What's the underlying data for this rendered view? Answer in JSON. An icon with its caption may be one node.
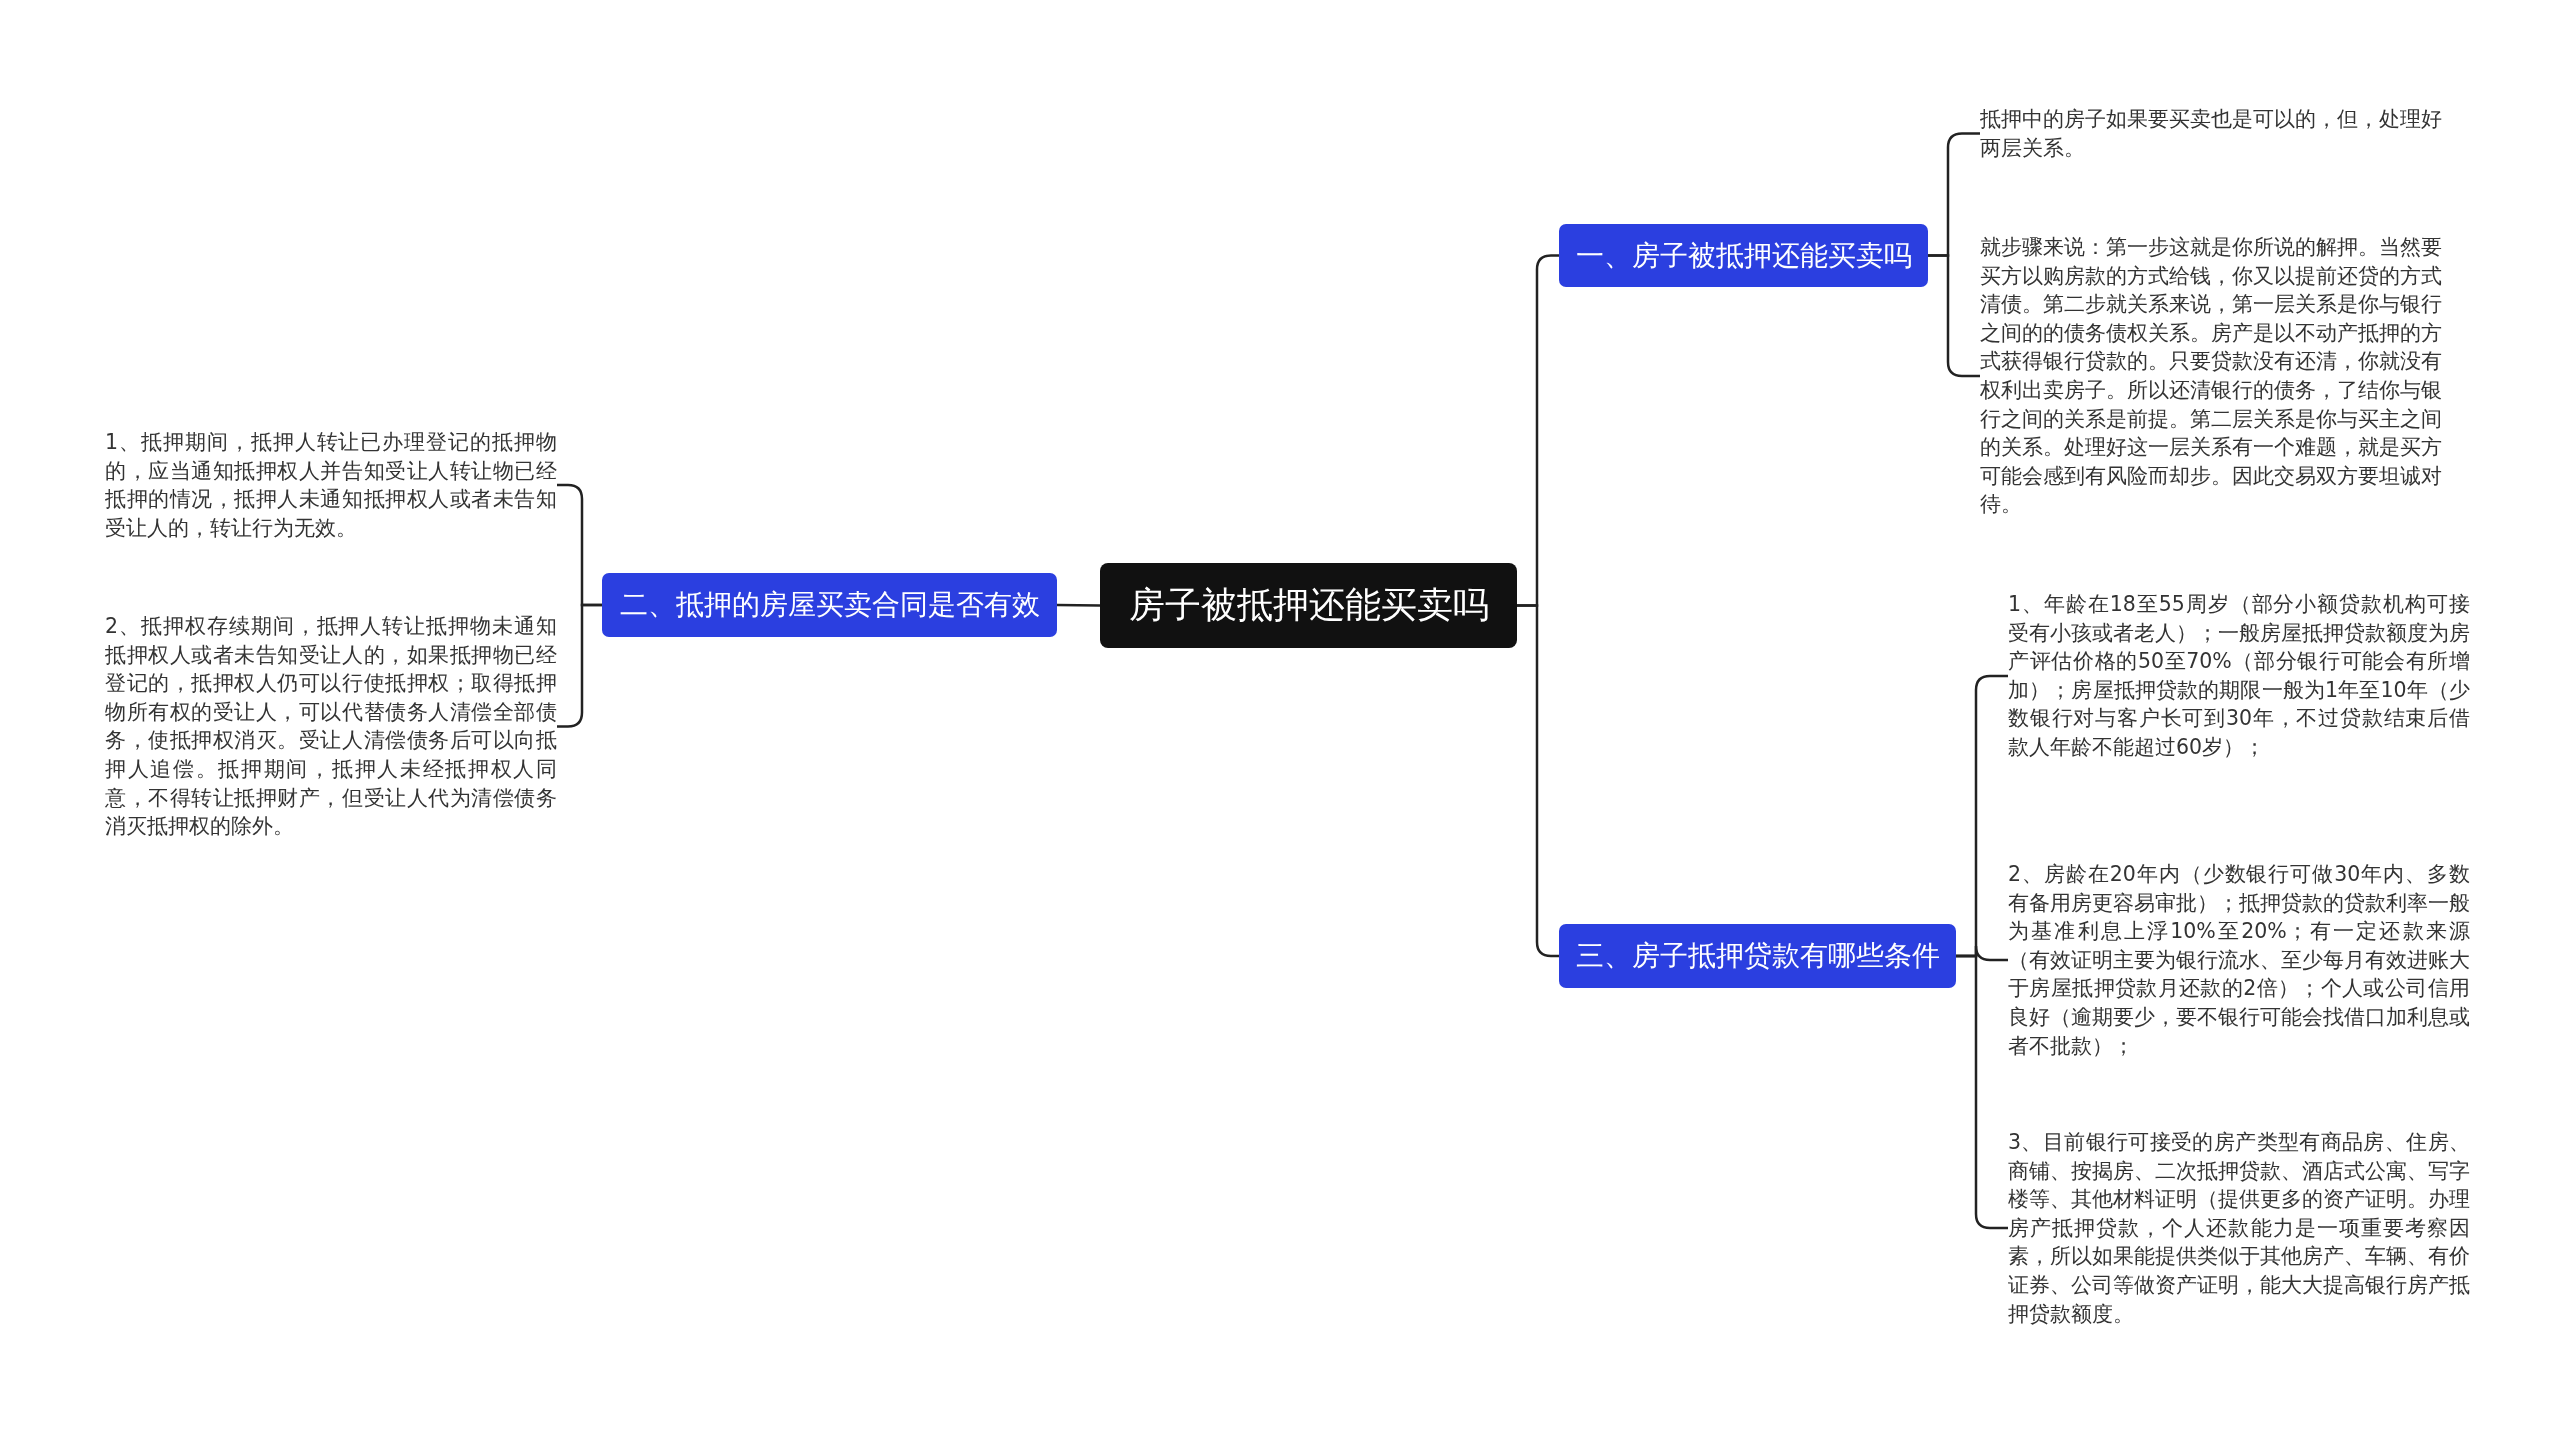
{
  "diagram": {
    "nodes": [
      {
        "text": [
          "房子被抵押还能买卖吗"
        ]
      },
      {
        "text": [
          "一、房子被抵押还能买卖吗"
        ]
      },
      {
        "text": [
          "抵押中的房子如果要买卖也是可以的，但，处理好两层关系。"
        ]
      },
      {
        "text": [
          "就步骤来说：第一步这就是你所说的解押。当然要买方以购房款的方式给钱，你又以提前还贷的方式清债。第二步就关系来说，第一层关系是你与银行之间的的债务债权关系。房产是以不动产抵押的方式获得银行贷款的。只要贷款没有还清，你就没有权利出卖房子。所以还清银行的债务，了结你与银行之间的关系是前提。第二层关系是你与买主之间的关系。处理好这一层关系有一个难题，就是买方可能会感到有风险而却步。因此交易双方要坦诚对待。"
        ]
      },
      {
        "text": [
          "二、抵押的房屋买卖合同是否有效"
        ]
      },
      {
        "text": [
          "1、抵押期间，抵押人转让已办理登记的抵押物的，应当通知抵押权人并告知受让人转让物已经抵押的情况，抵押人未通知抵押权人或者未告知受让人的，转让行为无效。"
        ]
      },
      {
        "text": [
          "2、抵押权存续期间，抵押人转让抵押物未通知抵押权人或者未告知受让人的，如果抵押物已经登记的，抵押权人仍可以行使抵押权；取得抵押物所有权的受让人，可以代替债务人清偿全部债务，使抵押权消灭。受让人清偿债务后可以向抵押人追偿。抵押期间，抵押人未经抵押权人同意，不得转让抵押财产，但受让人代为清偿债务消灭抵押权的除外。"
        ]
      },
      {
        "text": [
          "三、房子抵押贷款有哪些条件"
        ]
      },
      {
        "text": [
          "1、年龄在18至55周岁（部分小额贷款机构可接受有小孩或者老人）；一般房屋抵押贷款额度为房产评估价格的50至70%（部分银行可能会有所增加）；房屋抵押贷款的期限一般为1年至10年（少数银行对与客户长可到30年，不过贷款结束后借款人年龄不能超过60岁）；"
        ]
      },
      {
        "text": [
          "2、房龄在20年内（少数银行可做30年内、多数有备用房更容易审批）；抵押贷款的贷款利率一般为基准利息上浮10%至20%；有一定还款来源（有效证明主要为银行流水、至少每月有效进账大于房屋抵押贷款月还款的2倍）；个人或公司信用良好（逾期要少，要不银行可能会找借口加利息或者不批款）；"
        ]
      },
      {
        "text": [
          "3、目前银行可接受的房产类型有商品房、住房、商铺、按揭房、二次抵押贷款、酒店式公寓、写字楼等、其他材料证明（提供更多的资产证明。办理房产抵押贷款，个人还款能力是一项重要考察因素，所以如果能提供类似于其他房产、车辆、有价证券、公司等做资产证明，能大大提高银行房产抵押贷款额度。"
        ]
      }
    ],
    "edges": [
      {
        "from": 0,
        "to": 1,
        "arrow": "none"
      },
      {
        "from": 0,
        "to": 4,
        "arrow": "none"
      },
      {
        "from": 0,
        "to": 7,
        "arrow": "none"
      },
      {
        "from": 1,
        "to": 2,
        "arrow": "none"
      },
      {
        "from": 1,
        "to": 3,
        "arrow": "none"
      },
      {
        "from": 4,
        "to": 5,
        "arrow": "none"
      },
      {
        "from": 4,
        "to": 6,
        "arrow": "none"
      },
      {
        "from": 7,
        "to": 8,
        "arrow": "none"
      },
      {
        "from": 7,
        "to": 9,
        "arrow": "none"
      },
      {
        "from": 7,
        "to": 10,
        "arrow": "none"
      }
    ]
  }
}
